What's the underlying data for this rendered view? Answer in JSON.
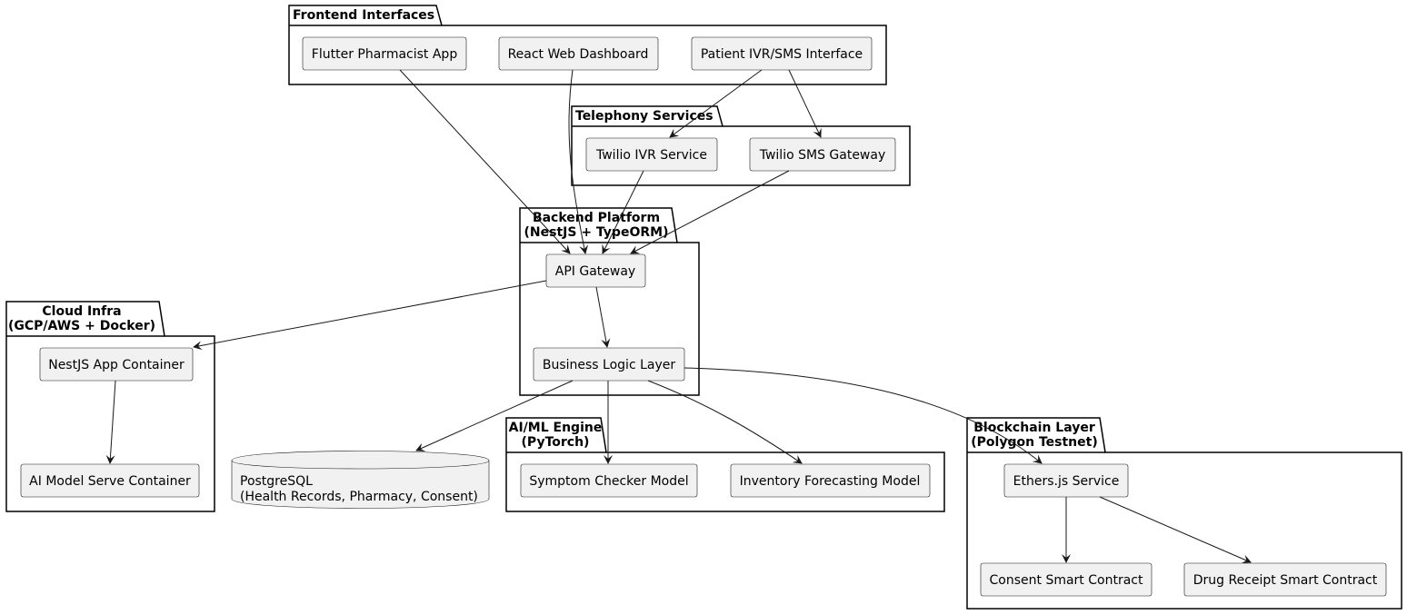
{
  "packages": {
    "frontend": "Frontend Interfaces",
    "telephony": "Telephony Services",
    "backend": [
      "Backend Platform",
      "(NestJS + TypeORM)"
    ],
    "cloud": [
      "Cloud Infra",
      "(GCP/AWS + Docker)"
    ],
    "aiml": [
      "AI/ML Engine",
      "(PyTorch)"
    ],
    "blockchain": [
      "Blockchain Layer",
      "(Polygon Testnet)"
    ]
  },
  "nodes": {
    "flutter_app": "Flutter Pharmacist App",
    "react_dashboard": "React Web Dashboard",
    "patient_ivr_sms": "Patient IVR/SMS Interface",
    "twilio_ivr": "Twilio IVR Service",
    "twilio_sms": "Twilio SMS Gateway",
    "api_gateway": "API Gateway",
    "business_logic": "Business Logic Layer",
    "nestjs_container": "NestJS App Container",
    "ai_model_container": "AI Model Serve Container",
    "symptom_checker": "Symptom Checker Model",
    "inventory_forecasting": "Inventory Forecasting Model",
    "ethers_service": "Ethers.js Service",
    "consent_contract": "Consent Smart Contract",
    "drug_receipt_contract": "Drug Receipt Smart Contract"
  },
  "database": [
    "PostgreSQL",
    "(Health Records, Pharmacy, Consent)"
  ]
}
